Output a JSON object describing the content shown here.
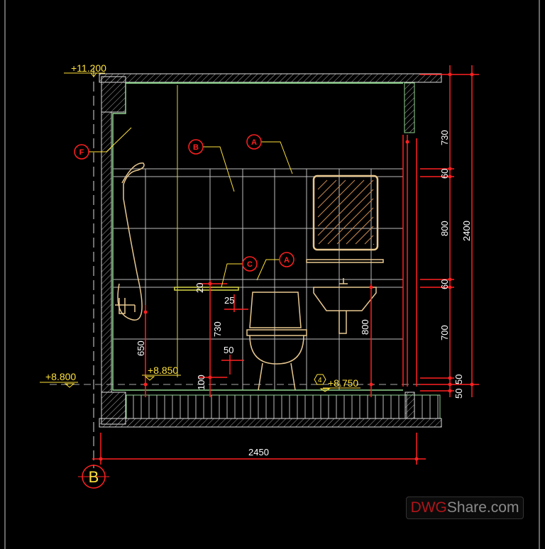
{
  "levels": {
    "top": "+11.200",
    "floor_left": "+8.800",
    "shower": "+8.850",
    "finish": "+8.750",
    "finish_tag": "4"
  },
  "callouts": [
    "F",
    "B",
    "A",
    "C",
    "A"
  ],
  "grid_axis": "B",
  "dimensions": {
    "right_chain": [
      "730",
      "60",
      "800",
      "60",
      "700",
      "50",
      "50"
    ],
    "overall_height": "2400",
    "overall_width": "2450",
    "shower_mixer": "650",
    "shelf_thickness": "20",
    "shelf_offset": "25",
    "shelf_height": "730",
    "curb_width": "50",
    "curb_height": "100",
    "basin_height": "800"
  },
  "watermark": {
    "brand_red": "DWG",
    "brand_gray": "Share.com"
  },
  "colors": {
    "background": "#000000",
    "dimension": "#ff2020",
    "level": "#ffe23a",
    "wall": "#8fd48f",
    "fixture": "#e8c890",
    "grid": "#bdbdbd"
  }
}
